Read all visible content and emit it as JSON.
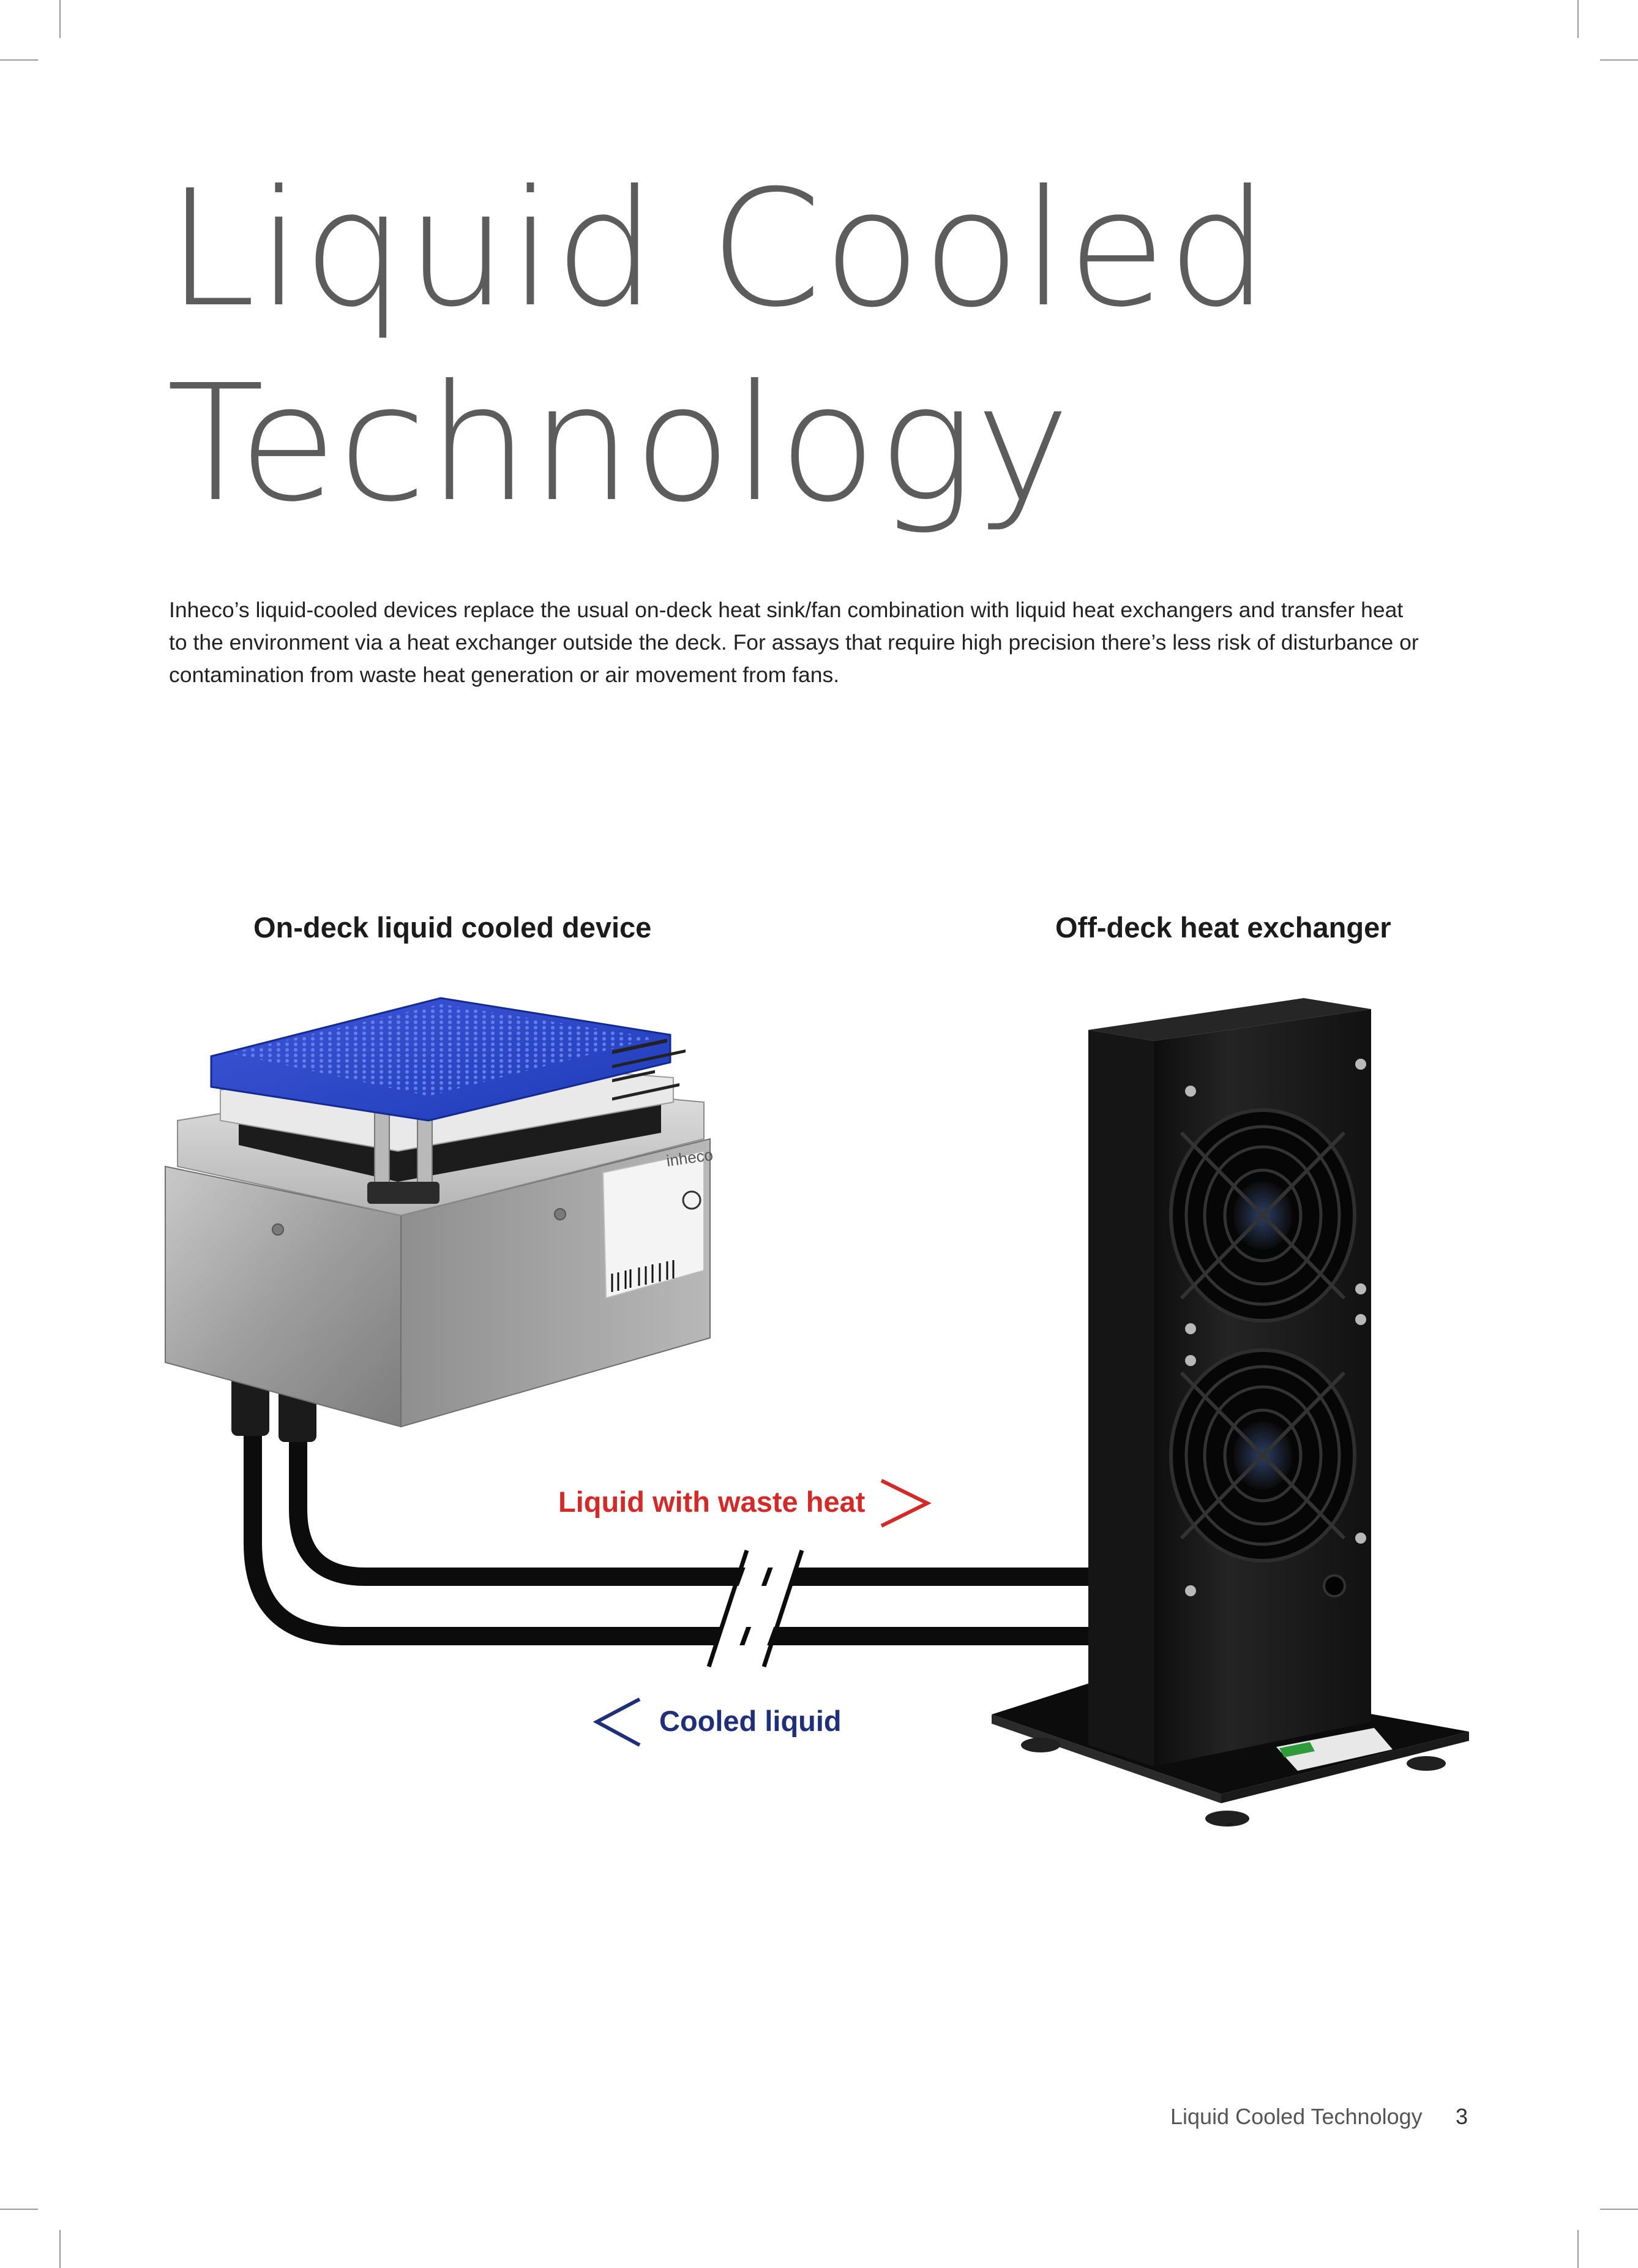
{
  "page": {
    "title": "Liquid Cooled\nTechnology",
    "intro": "Inheco’s liquid-cooled devices replace the usual on-deck heat sink/fan combination with liquid heat exchangers and transfer heat to the environment via a heat exchanger outside the deck. For assays that require high precision there’s less risk of disturbance or contamination from waste heat generation or air movement from fans."
  },
  "diagram": {
    "left_label": "On-deck liquid cooled device",
    "right_label": "Off-deck heat exchanger",
    "hot_flow_label": "Liquid with waste heat",
    "cold_flow_label": "Cooled liquid",
    "device_brand": "inheco",
    "hot_color": "#d42a27",
    "cold_color": "#1f2f7a"
  },
  "footer": {
    "section": "Liquid Cooled Technology",
    "page_number": "3"
  }
}
